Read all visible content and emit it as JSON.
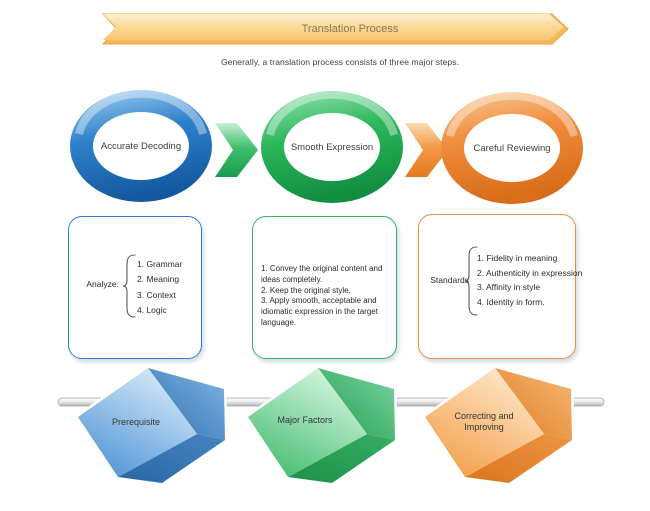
{
  "banner": {
    "title": "Translation Process",
    "fill": "#F9D28A",
    "text_color": "#8A7657"
  },
  "subtitle": "Generally, a translation process consists of three major steps.",
  "steps": [
    {
      "label": "Accurate Decoding",
      "color": "#2E82CC"
    },
    {
      "label": "Smooth Expression",
      "color": "#2EB85C"
    },
    {
      "label": "Careful Reviewing",
      "color": "#F08C3C"
    }
  ],
  "connectors": [
    {
      "name": "chevron-1",
      "color": "#2EB85C"
    },
    {
      "name": "chevron-2",
      "color": "#F08C3C"
    }
  ],
  "detail_boxes": [
    {
      "prefix": "Analyze:",
      "items": [
        "1. Grammar",
        "2. Meaning",
        "3. Context",
        "4. Logic"
      ],
      "border_color": "#2D7FD4"
    },
    {
      "text": "1. Convey the original content and\nideas completely.\n2. Keep the original style.\n3. Apply smooth, acceptable and\nidiomatic expression in the target\nlanguage.",
      "border_color": "#2EB761"
    },
    {
      "prefix": "Standards",
      "items": [
        "1. Fidelity in meaning",
        "2. Authenticity  in expression",
        "3. Affinity in style",
        "4. Identity in form."
      ],
      "border_color": "#E78F3F"
    }
  ],
  "cubes": [
    {
      "label": "Prerequisite",
      "color": "#3E8CD0"
    },
    {
      "label": "Major Factors",
      "color": "#2EB85C"
    },
    {
      "label": "Correcting and\nImproving",
      "color": "#F08C3C"
    }
  ]
}
